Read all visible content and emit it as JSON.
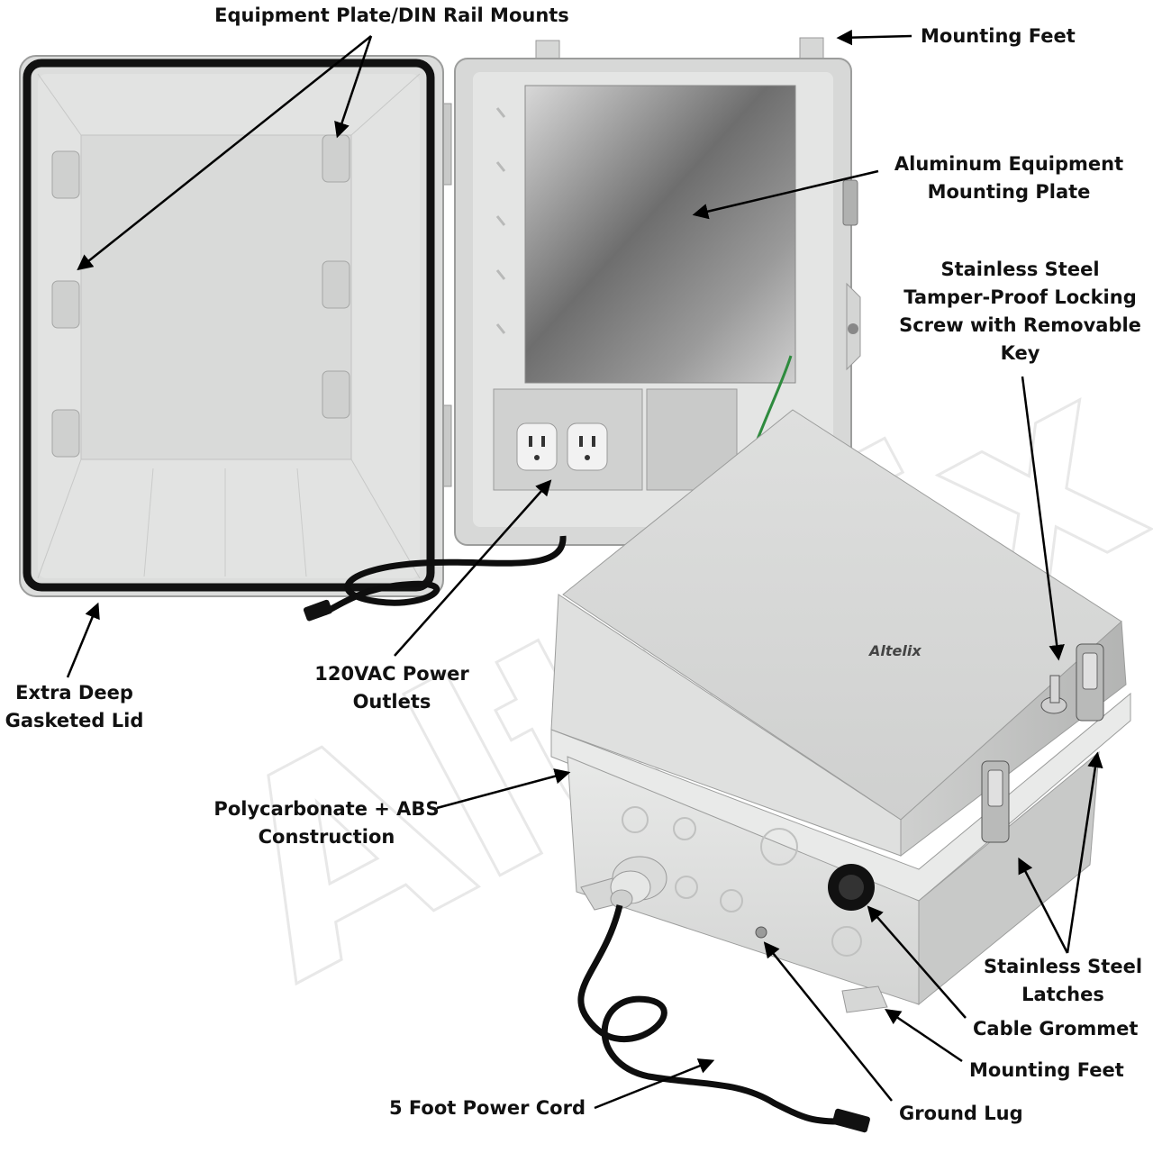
{
  "brand": {
    "watermark": "Altelix",
    "lid_logo": "Altelix"
  },
  "callouts": {
    "equipment_plate_din": "Equipment Plate/DIN Rail Mounts",
    "mounting_feet_top": "Mounting Feet",
    "aluminum_plate": "Aluminum Equipment\nMounting Plate",
    "locking_screw": "Stainless Steel\nTamper-Proof Locking\nScrew with Removable\nKey",
    "extra_deep_lid": "Extra Deep\nGasketed Lid",
    "power_outlets": "120VAC Power\nOutlets",
    "polycarbonate": "Polycarbonate + ABS\nConstruction",
    "latches": "Stainless Steel\nLatches",
    "cable_grommet": "Cable Grommet",
    "mounting_feet_bottom": "Mounting Feet",
    "power_cord": "5 Foot Power Cord",
    "ground_lug": "Ground Lug"
  },
  "colors": {
    "enclosure_light": "#e6e7e6",
    "enclosure_mid": "#cfd0cf",
    "enclosure_shadow": "#a9aaa9",
    "gasket": "#111111",
    "plate_dark": "#4f4f4f",
    "plate_light": "#c9c9c9",
    "arrow": "#000000"
  }
}
